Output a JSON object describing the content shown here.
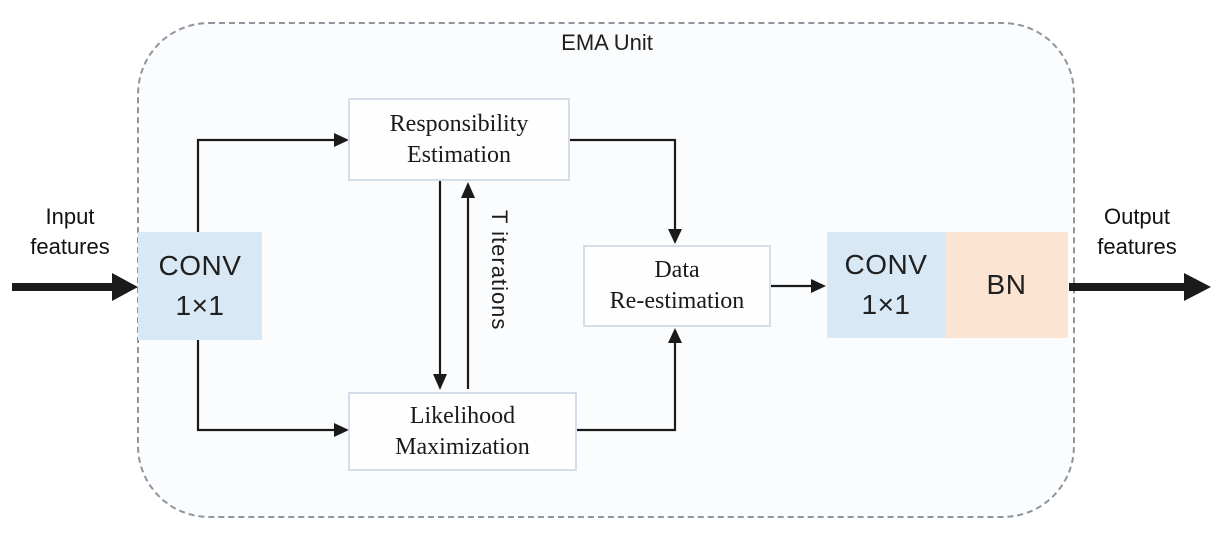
{
  "unit": {
    "title": "EMA Unit"
  },
  "io": {
    "input": {
      "line1": "Input",
      "line2": "features"
    },
    "output": {
      "line1": "Output",
      "line2": "features"
    }
  },
  "nodes": {
    "conv_in": {
      "line1": "CONV",
      "line2": "1×1"
    },
    "responsibility": {
      "line1": "Responsibility",
      "line2": "Estimation"
    },
    "likelihood": {
      "line1": "Likelihood",
      "line2": "Maximization"
    },
    "data_re_estimation": {
      "line1": "Data",
      "line2": "Re-estimation"
    },
    "conv_out": {
      "line1": "CONV",
      "line2": "1×1"
    },
    "bn": {
      "label": "BN"
    }
  },
  "annotations": {
    "iterations_label": "T iterations"
  },
  "colors": {
    "conv_fill": "#d8e8f4",
    "bn_fill": "#fbe4d2",
    "line": "#1a1a1a",
    "node_border": "#d5dee8",
    "unit_border": "#90959b"
  }
}
